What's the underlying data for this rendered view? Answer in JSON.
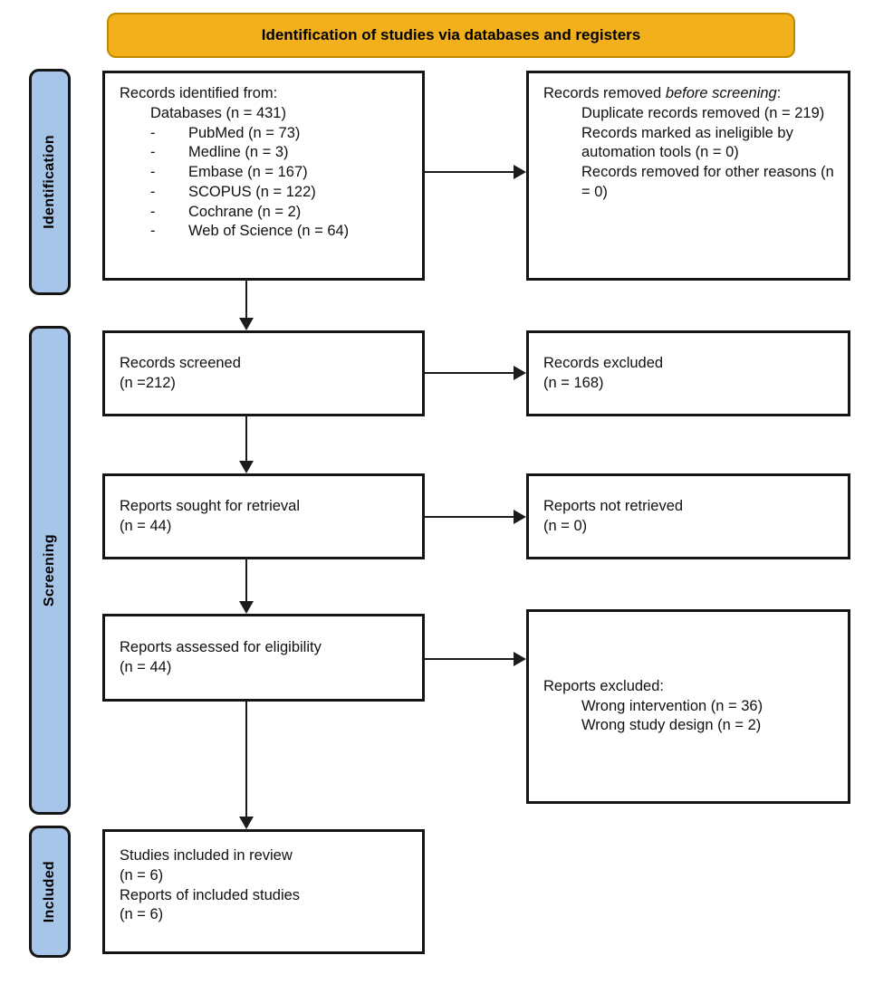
{
  "banner": {
    "label": "Identification of studies via databases and registers"
  },
  "colors": {
    "banner_fill": "#F2B01D",
    "banner_border": "#C08A00",
    "stage_fill": "#A6C5E8",
    "box_border": "#151515",
    "arrow": "#1c1c1c"
  },
  "stages": [
    {
      "label": "Identification"
    },
    {
      "label": "Screening"
    },
    {
      "label": "Included"
    }
  ],
  "boxes": {
    "identified": {
      "title": "Records identified from:",
      "subtitle": "Databases (n = 431)",
      "bullet": "-",
      "items": [
        {
          "label": "PubMed (n = 73)"
        },
        {
          "label": "Medline (n = 3)"
        },
        {
          "label": "Embase (n = 167)"
        },
        {
          "label": "SCOPUS (n = 122)"
        },
        {
          "label": "Cochrane (n = 2)"
        },
        {
          "label": "Web of Science (n = 64)"
        }
      ]
    },
    "removed": {
      "title_prefix": "Records removed ",
      "title_italic": "before screening",
      "title_suffix": ":",
      "items": [
        "Duplicate records removed (n = 219)",
        "Records marked as ineligible by automation tools (n = 0)",
        "Records removed for other reasons (n = 0)"
      ]
    },
    "screened": {
      "line1": "Records screened",
      "line2": "(n =212)"
    },
    "records_excluded": {
      "line1": "Records excluded",
      "line2": "(n = 168)"
    },
    "sought": {
      "line1": "Reports sought for retrieval",
      "line2": "(n = 44)"
    },
    "not_retrieved": {
      "line1": "Reports not retrieved",
      "line2": "(n = 0)"
    },
    "assessed": {
      "line1": "Reports assessed for eligibility",
      "line2": "(n = 44)"
    },
    "reports_excluded": {
      "title": "Reports excluded:",
      "items": [
        "Wrong intervention (n = 36)",
        "Wrong study design (n = 2)"
      ]
    },
    "included": {
      "lines": [
        "Studies included in review",
        "(n = 6)",
        "Reports of included studies",
        "(n = 6)"
      ]
    }
  }
}
